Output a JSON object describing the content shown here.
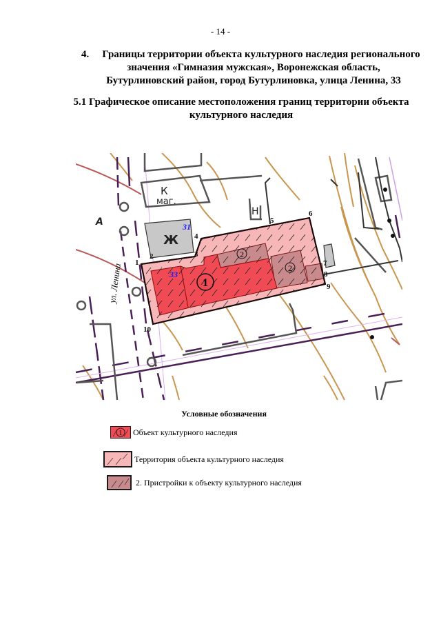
{
  "page_number": "- 14 -",
  "section4": {
    "number": "4.",
    "line1": "Границы территории объекта культурного наследия регионального",
    "line2": "значения «Гимназия мужская», Воронежская область,",
    "line3": "Бутурлиновский район, город Бутурлиновка, улица Ленина, 33"
  },
  "section51": {
    "line1": "5.1 Графическое описание местоположения границ территории объекта",
    "line2": "культурного наследия"
  },
  "map": {
    "street_label": "ул. Ленина",
    "building_numbers": {
      "neighbor": "31",
      "object": "33"
    },
    "building_letters": {
      "zh": "Ж",
      "k": "К",
      "mag": "маг.",
      "n": "Н",
      "a": "А"
    },
    "object_marker": "1",
    "annex_marker": "2",
    "boundary_points": [
      "1",
      "2",
      "3",
      "4",
      "5",
      "6",
      "7",
      "8",
      "9",
      "10"
    ],
    "colors": {
      "object": "#f04a55",
      "territory": "#f7b6b8",
      "annex": "#c98a8d",
      "neighbor_building": "#c8c8c8",
      "contour": "#c9964f",
      "road": "#4a1f55",
      "boundary": "#1a0a0a",
      "number_label": "#1a1aff"
    }
  },
  "legend": {
    "title": "Условные обозначения",
    "items": [
      {
        "marker": "1",
        "label": "Объект культурного наследия"
      },
      {
        "label": "Территория объекта культурного наследия"
      },
      {
        "label": "2.  Пристройки к объекту культурного наследия"
      }
    ]
  }
}
